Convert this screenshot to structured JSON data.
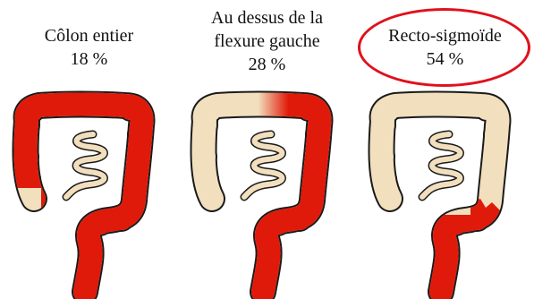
{
  "colors": {
    "affected": "#e01a0a",
    "healthy": "#f2dfbd",
    "outline": "#1a1a1a",
    "highlight_ring": "#e0111c"
  },
  "panels": [
    {
      "label_lines": [
        "Côlon entier"
      ],
      "percent": "18 %",
      "extent": "whole-colon",
      "highlighted": false
    },
    {
      "label_lines": [
        "Au dessus de la",
        "flexure gauche"
      ],
      "percent": "28 %",
      "extent": "beyond-left-flexure",
      "highlighted": false
    },
    {
      "label_lines": [
        "Recto-sigmoïde"
      ],
      "percent": "54 %",
      "extent": "rectosigmoid",
      "highlighted": true
    }
  ]
}
